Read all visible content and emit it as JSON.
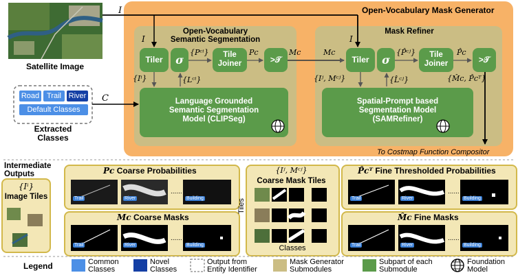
{
  "input": {
    "satellite_label": "Satellite Image",
    "classes": {
      "common": [
        "Road",
        "Trail"
      ],
      "novel": "River",
      "default": "Default Classes",
      "label": "Extracted\nClasses"
    },
    "var_I": "I",
    "var_C": "C"
  },
  "generator": {
    "title": "Open-Vocabulary Mask Generator",
    "ovss_title": "Open-Vocabulary\nSemantic Segmentation",
    "refiner_title": "Mask Refiner",
    "tiler": "Tiler",
    "tile_joiner": "Tile\nJoiner",
    "sigma": "σ",
    "thresh": ">𝒯",
    "clipseg": "Language Grounded\nSemantic Segmentation\nModel (CLIPSeg)",
    "samrefiner": "Spatial-Prompt based\nSegmentation Model\n(SAMRefiner)",
    "vars": {
      "I_left": "I",
      "Ii": "{Iⁱ}",
      "Pci": "{Pᶜⁱ}",
      "Lci": "{Lᶜⁱ}",
      "Pc": "Pc",
      "Mc": "Mc",
      "Mc_in": "Mc",
      "I_right": "I",
      "IjMcj": "{Iʲ, Mᶜʲ}",
      "Pcj_hat": "{P̂ᶜʲ}",
      "Lcj_hat": "{L̂ᶜʲ}",
      "Pc_hat": "P̂c",
      "McPc_hat": "{M̂c, P̂cᵀ}"
    },
    "to_costmap": "To Costmap Function Compositor"
  },
  "outputs": {
    "heading": "Intermediate\nOutputs",
    "image_tiles_var": "{Iⁱ}",
    "image_tiles": "Image Tiles",
    "coarse_prob_var": "Pc",
    "coarse_prob": "Coarse Probabilities",
    "coarse_masks_var": "Mc",
    "coarse_masks": "Coarse Masks",
    "coarse_tiles_var": "{Iʲ, Mᶜʲ}",
    "coarse_tiles": "Coarse Mask Tiles",
    "tiles_axis": "Tiles",
    "classes_axis": "Classes",
    "fine_prob_var": "P̂cᵀ",
    "fine_prob": "Fine Thresholded Probabilities",
    "fine_masks_var": "M̂c",
    "fine_masks": "Fine Masks",
    "tags": [
      "Trail",
      "River",
      "Building"
    ],
    "dots": "......"
  },
  "legend": {
    "title": "Legend",
    "items": [
      {
        "label": "Common\nClasses",
        "color": "#4c8fe6"
      },
      {
        "label": "Novel\nClasses",
        "color": "#143fa5"
      },
      {
        "label": "Output from\nEntity Identifier",
        "color": "#ffffff"
      },
      {
        "label": "Mask Generator\nSubmodules",
        "color": "#cbbd84"
      },
      {
        "label": "Subpart of each\nSubmodule",
        "color": "#5b9b4a"
      },
      {
        "label": "Foundation\nModel",
        "color": "#ffffff"
      }
    ]
  }
}
